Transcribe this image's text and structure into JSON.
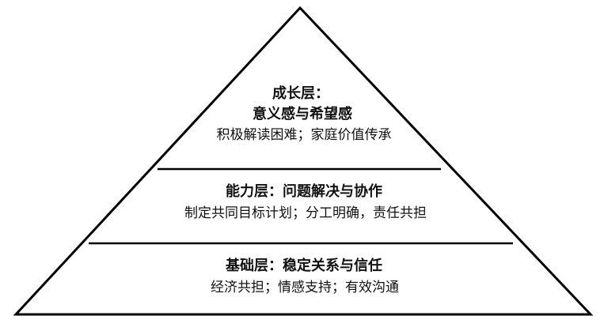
{
  "pyramid": {
    "top": {
      "title_line1": "成长层：",
      "title_line2": "意义感与希望感",
      "body": "积极解读困难；家庭价值传承"
    },
    "middle": {
      "title": "能力层：问题解决与协作",
      "body": "制定共同目标计划；分工明确，责任共担"
    },
    "bottom": {
      "title": "基础层：稳定关系与信任",
      "body": "经济共担；情感支持；有效沟通"
    }
  }
}
